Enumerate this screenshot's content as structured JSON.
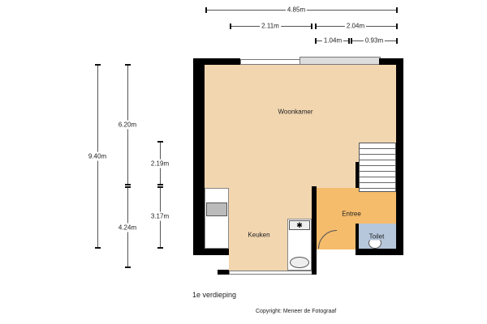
{
  "dimensions": {
    "top_total": "4.85m",
    "top_left": "2.11m",
    "top_right": "2.04m",
    "top_sub_left": "1.04m",
    "top_sub_right": "0.93m",
    "left_total": "9.40m",
    "left_upper": "6.20m",
    "left_lower": "4.24m",
    "inner_upper": "2.19m",
    "inner_lower": "3.17m"
  },
  "rooms": {
    "woonkamer": "Woonkamer",
    "keuken": "Keuken",
    "entree": "Entree",
    "toilet": "Toilet"
  },
  "floor_label": "1e verdieping",
  "copyright": "Copyright: Meneer de Fotograaf",
  "colors": {
    "floor": "#f2d6b0",
    "entree": "#f5bc6c",
    "toilet": "#b6c7dc",
    "wall": "#000000"
  }
}
